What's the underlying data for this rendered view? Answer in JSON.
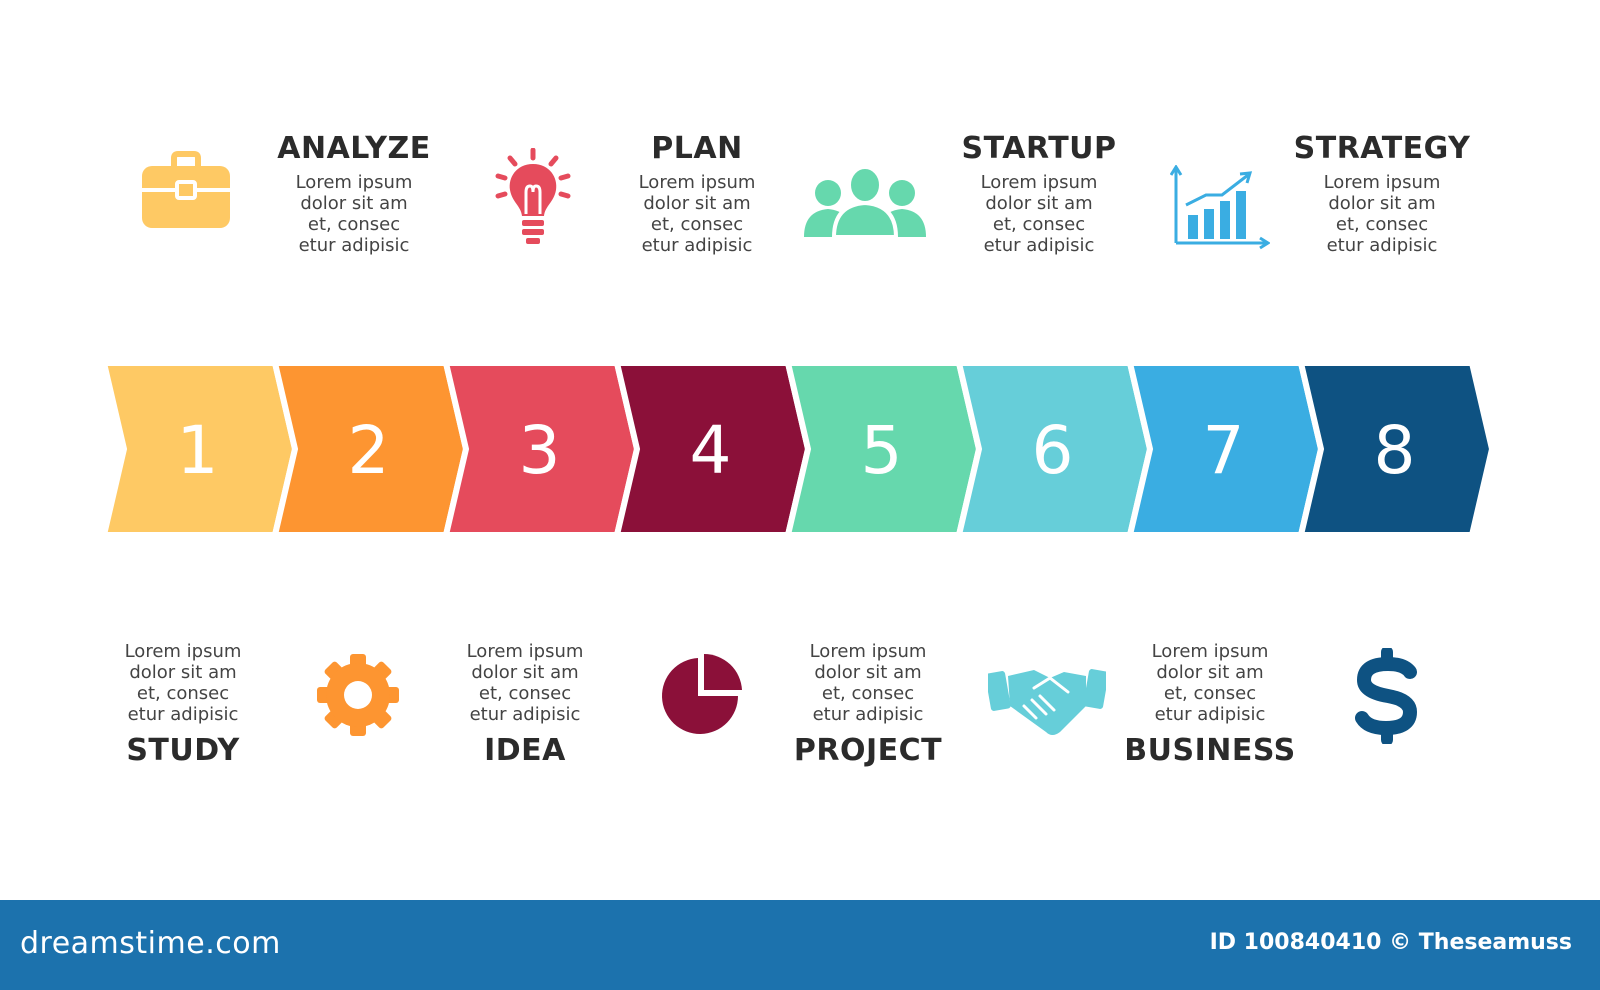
{
  "colors": {
    "step1": "#FEC964",
    "step2": "#FD9531",
    "step3": "#E54B5C",
    "step4": "#8B1039",
    "step5": "#66D8AD",
    "step6": "#66CED9",
    "step7": "#3AADE2",
    "step8": "#0E5282",
    "footer": "#1c72ad"
  },
  "steps": [
    "1",
    "2",
    "3",
    "4",
    "5",
    "6",
    "7",
    "8"
  ],
  "top_items": [
    {
      "title": "ANALYZE",
      "icon": "briefcase-icon",
      "lines": [
        "Lorem ipsum",
        "dolor sit am",
        "et, consec",
        "etur adipisic"
      ]
    },
    {
      "title": "PLAN",
      "icon": "lightbulb-icon",
      "lines": [
        "Lorem ipsum",
        "dolor sit am",
        "et, consec",
        "etur adipisic"
      ]
    },
    {
      "title": "STARTUP",
      "icon": "people-icon",
      "lines": [
        "Lorem ipsum",
        "dolor sit am",
        "et, consec",
        "etur adipisic"
      ]
    },
    {
      "title": "STRATEGY",
      "icon": "bar-chart-icon",
      "lines": [
        "Lorem ipsum",
        "dolor sit am",
        "et, consec",
        "etur adipisic"
      ]
    }
  ],
  "bottom_items": [
    {
      "title": "STUDY",
      "icon": "gear-icon",
      "lines": [
        "Lorem ipsum",
        "dolor sit am",
        "et, consec",
        "etur adipisic"
      ]
    },
    {
      "title": "IDEA",
      "icon": "pie-chart-icon",
      "lines": [
        "Lorem ipsum",
        "dolor sit am",
        "et, consec",
        "etur adipisic"
      ]
    },
    {
      "title": "PROJECT",
      "icon": "handshake-icon",
      "lines": [
        "Lorem ipsum",
        "dolor sit am",
        "et, consec",
        "etur adipisic"
      ]
    },
    {
      "title": "BUSINESS",
      "icon": "dollar-icon",
      "lines": [
        "Lorem ipsum",
        "dolor sit am",
        "et, consec",
        "etur adipisic"
      ]
    }
  ],
  "footer": {
    "logo": "dreamstime.com",
    "id_text": "ID 100840410 © Theseamuss"
  }
}
